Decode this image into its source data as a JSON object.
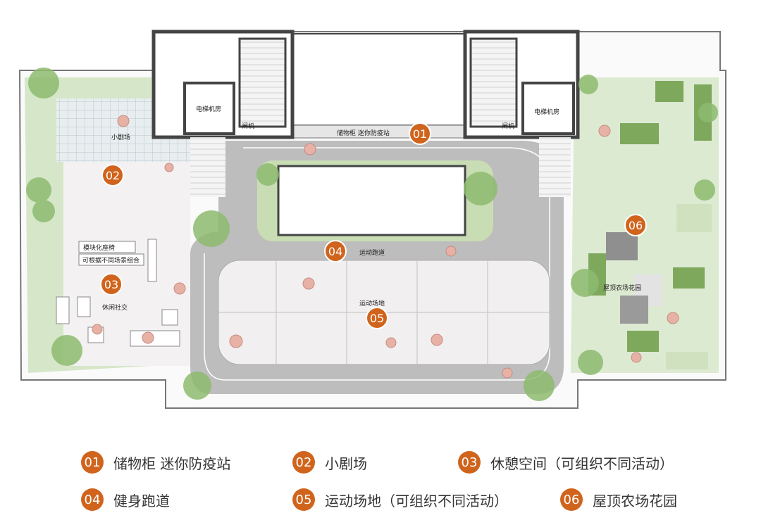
{
  "colors": {
    "accent": "#d0641c",
    "greenery": "#8dbb6f",
    "track": "#bdbdbd",
    "field": "#f1efef",
    "wall": "#555555"
  },
  "plan_labels": {
    "elevator_room_left": "电梯机房",
    "elevator_room_right": "电梯机房",
    "gate_left": "闸机",
    "gate_right": "闸机",
    "storage_station": "储物柜  迷你防疫站",
    "theater": "小剧场",
    "modular_seat_1": "模块化座椅",
    "modular_seat_2": "可根据不同场景组合",
    "leisure": "休闲社交",
    "track": "运动跑道",
    "sports_field": "运动场地",
    "roof_farm": "屋顶农场花园"
  },
  "badges": [
    "01",
    "02",
    "03",
    "04",
    "05",
    "06"
  ],
  "legend": [
    {
      "num": "01",
      "label": "储物柜 迷你防疫站"
    },
    {
      "num": "02",
      "label": "小剧场"
    },
    {
      "num": "03",
      "label": "休憩空间（可组织不同活动）"
    },
    {
      "num": "04",
      "label": "健身跑道"
    },
    {
      "num": "05",
      "label": "运动场地（可组织不同活动）"
    },
    {
      "num": "06",
      "label": "屋顶农场花园"
    }
  ]
}
